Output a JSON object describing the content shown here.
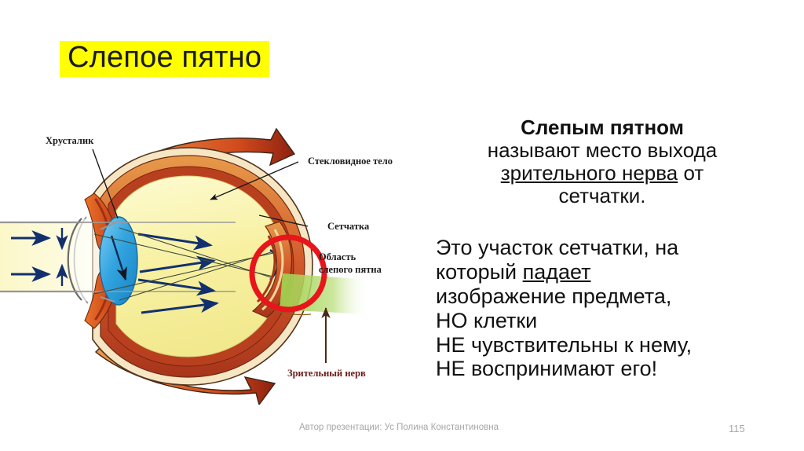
{
  "slide": {
    "title": "Слепое пятно",
    "title_highlight_color": "#ffff00"
  },
  "text_block": {
    "paragraph_definition": {
      "lead_bold": "Слепым пятном",
      "line2": "называют место выхода",
      "line3_underlined": "зрительного нерва",
      "line3_rest": " от",
      "line4": "сетчатки."
    },
    "paragraph_explanation": {
      "line1": "Это участок сетчатки, на",
      "line2_prefix": "который ",
      "line2_underlined": "падает",
      "line3": "изображение предмета,",
      "line4": "НО клетки",
      "line5": "НЕ чувствительны к нему,",
      "line6": "НЕ воспринимают его!"
    }
  },
  "diagram": {
    "name": "human-eye-cross-section",
    "labels": {
      "lens": "Хрусталик",
      "vitreous_body": "Стекловидное тело",
      "retina": "Сетчатка",
      "blind_spot_area_line1": "Область",
      "blind_spot_area_line2": "слепого пятна",
      "optic_nerve": "Зрительный нерв"
    },
    "colors": {
      "vitreous": "#f7f0a8",
      "lens": "#2e9fdd",
      "retina_outer": "#e8863a",
      "retina_inner": "#c0391b",
      "sclera": "#f5e0b8",
      "iris": "#e2601f",
      "highlight_circle": "#e8151b",
      "optic_nerve_green": "#8fc63d",
      "light_ray": "#1b3f8b"
    }
  },
  "footer": {
    "author": "Автор презентации: Ус Полина Константиновна",
    "page_number": "115"
  }
}
